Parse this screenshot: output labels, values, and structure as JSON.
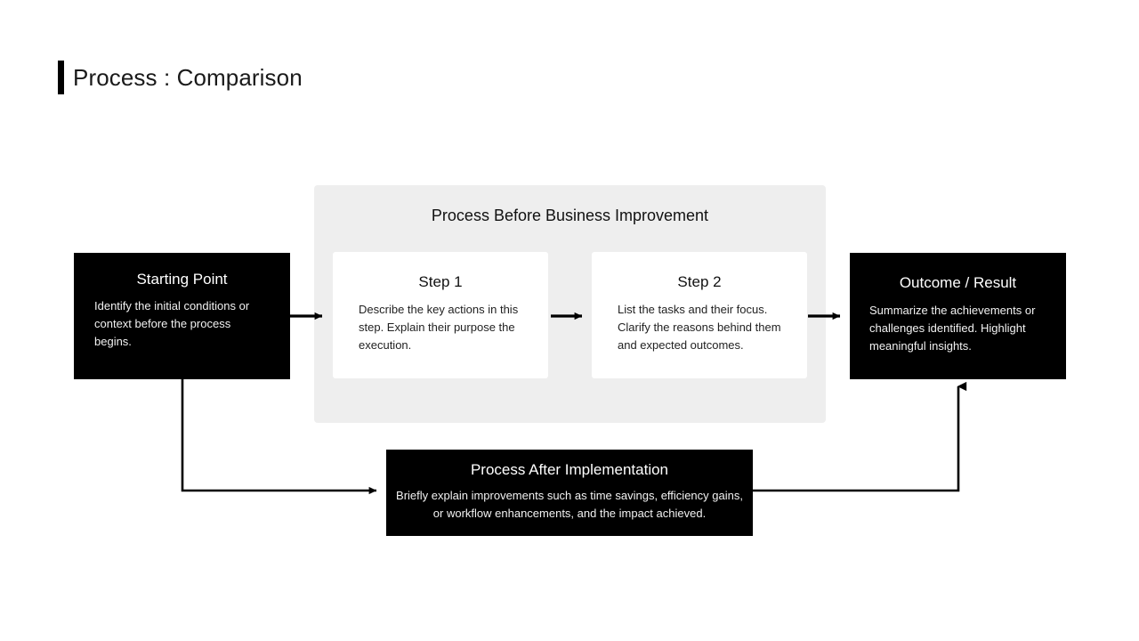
{
  "slide": {
    "title": "Process : Comparison",
    "accent_color": "#000000",
    "background_color": "#ffffff"
  },
  "diagram": {
    "type": "process-comparison-flow",
    "group_panel": {
      "label": "Process Before Business Improvement",
      "background_color": "#eeeeee"
    },
    "nodes": [
      {
        "id": "start",
        "title": "Starting Point",
        "body": "Identify the initial conditions or context before the process begins.",
        "style": "dark",
        "fill": "#000000",
        "text_color": "#ffffff"
      },
      {
        "id": "step1",
        "title": "Step 1",
        "body": "Describe the key actions in this step. Explain their purpose the execution.",
        "style": "light",
        "fill": "#ffffff",
        "text_color": "#111111"
      },
      {
        "id": "step2",
        "title": "Step 2",
        "body": "List the tasks and their focus. Clarify the reasons behind them and expected outcomes.",
        "style": "light",
        "fill": "#ffffff",
        "text_color": "#111111"
      },
      {
        "id": "outcome",
        "title": "Outcome / Result",
        "body": "Summarize the achievements or challenges identified. Highlight meaningful insights.",
        "style": "dark",
        "fill": "#000000",
        "text_color": "#ffffff"
      },
      {
        "id": "after",
        "title": "Process After Implementation",
        "body": "Briefly explain improvements such as time savings, efficiency gains, or workflow enhancements, and the impact achieved.",
        "style": "dark",
        "fill": "#000000",
        "text_color": "#ffffff"
      }
    ],
    "connectors": [
      {
        "id": "start-to-step1",
        "from": "start",
        "to": "step1",
        "shape": "straight",
        "direction": "right"
      },
      {
        "id": "step1-to-step2",
        "from": "step1",
        "to": "step2",
        "shape": "straight",
        "direction": "right"
      },
      {
        "id": "step2-to-outcome",
        "from": "step2",
        "to": "outcome",
        "shape": "straight",
        "direction": "right"
      },
      {
        "id": "start-to-after",
        "from": "start",
        "to": "after",
        "shape": "elbow",
        "direction": "right"
      },
      {
        "id": "after-to-outcome",
        "from": "after",
        "to": "outcome",
        "shape": "elbow",
        "direction": "up"
      }
    ]
  }
}
